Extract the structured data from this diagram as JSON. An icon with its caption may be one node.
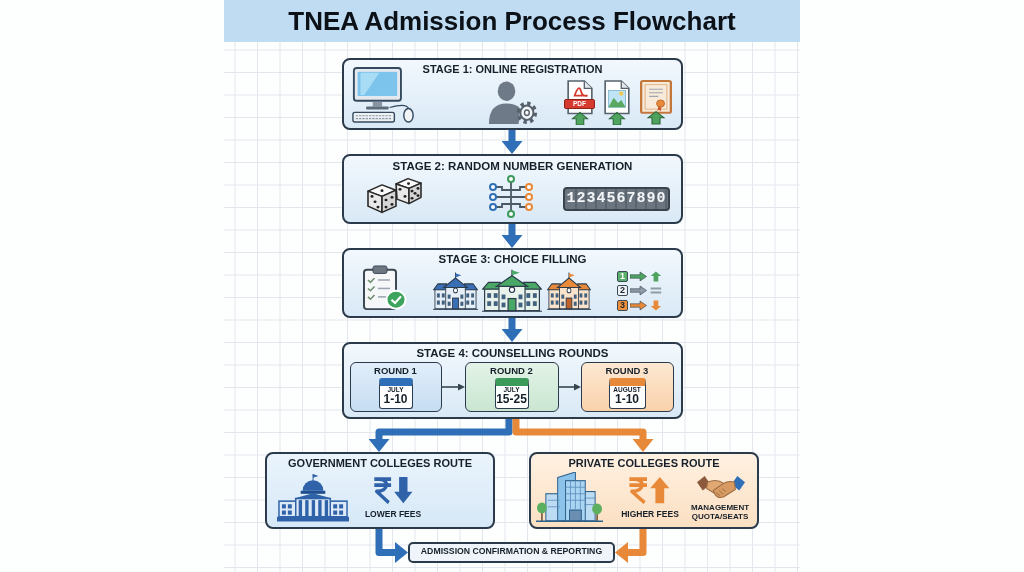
{
  "diagram": {
    "title": "TNEA Admission Process Flowchart",
    "nodes": [
      {
        "text": [
          "STAGE 1: ONLINE REGISTRATION",
          "PDF"
        ]
      },
      {
        "text": [
          "STAGE 2: RANDOM NUMBER GENERATION",
          "1234567890"
        ]
      },
      {
        "text": [
          "STAGE 3: CHOICE FILLING",
          "1",
          "2",
          "3"
        ]
      },
      {
        "text": [
          "STAGE 4: COUNSELLING ROUNDS"
        ]
      },
      {
        "text": [
          "ROUND 1",
          "JULY",
          "1-10"
        ],
        "in": 3
      },
      {
        "text": [
          "ROUND 2",
          "JULY",
          "15-25"
        ],
        "in": 3
      },
      {
        "text": [
          "ROUND 3",
          "AUGUST",
          "1-10"
        ],
        "in": 3
      },
      {
        "text": [
          "GOVERNMENT COLLEGES ROUTE",
          "LOWER FEES"
        ]
      },
      {
        "text": [
          "PRIVATE COLLEGES ROUTE",
          "HIGHER FEES",
          "MANAGEMENT QUOTA/SEATS"
        ]
      },
      {
        "text": [
          "ADMISSION CONFIRMATION & REPORTING"
        ]
      }
    ],
    "edges": [
      {
        "from": 0,
        "to": 1,
        "arrow": "to"
      },
      {
        "from": 1,
        "to": 2,
        "arrow": "to"
      },
      {
        "from": 2,
        "to": 3,
        "arrow": "to"
      },
      {
        "from": 4,
        "to": 5,
        "arrow": "to",
        "color": "#37474f"
      },
      {
        "from": 5,
        "to": 6,
        "arrow": "to",
        "color": "#37474f"
      },
      {
        "from": 3,
        "to": 7,
        "arrow": "to"
      },
      {
        "from": 3,
        "to": 8,
        "arrow": "to",
        "color": "#e8893a"
      },
      {
        "from": 7,
        "to": 9,
        "arrow": "to"
      },
      {
        "from": 8,
        "to": 9,
        "arrow": "to",
        "color": "#e8893a"
      }
    ]
  }
}
